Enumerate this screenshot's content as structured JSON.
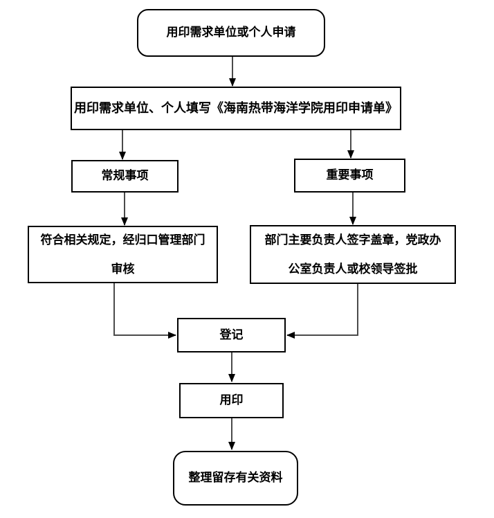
{
  "diagram": {
    "type": "flowchart",
    "nodes": {
      "start": {
        "shape": "rounded-rectangle",
        "lines": [
          "用印需求单位或个人申请"
        ]
      },
      "form": {
        "shape": "rectangle",
        "lines": [
          "用印需求单位、个人填写《海南热带海洋学院用印申请单》"
        ]
      },
      "regular": {
        "shape": "rectangle",
        "lines": [
          "常规事项"
        ]
      },
      "important": {
        "shape": "rectangle",
        "lines": [
          "重要事项"
        ]
      },
      "review": {
        "shape": "rectangle",
        "lines": [
          "符合相关规定，经归口管理部门",
          "审核"
        ]
      },
      "sign": {
        "shape": "rectangle",
        "lines": [
          "部门主要负责人签字盖章，党政办",
          "公室负责人或校领导签批"
        ]
      },
      "register": {
        "shape": "rectangle",
        "lines": [
          "登记"
        ]
      },
      "seal": {
        "shape": "rectangle",
        "lines": [
          "用印"
        ]
      },
      "archive": {
        "shape": "rounded-rectangle",
        "lines": [
          "整理留存有关资料"
        ]
      }
    },
    "edges": [
      {
        "from": "start",
        "to": "form"
      },
      {
        "from": "form",
        "to": "regular"
      },
      {
        "from": "form",
        "to": "important"
      },
      {
        "from": "regular",
        "to": "review"
      },
      {
        "from": "important",
        "to": "sign"
      },
      {
        "from": "review",
        "to": "register"
      },
      {
        "from": "sign",
        "to": "register"
      },
      {
        "from": "register",
        "to": "seal"
      },
      {
        "from": "seal",
        "to": "archive"
      }
    ]
  },
  "colors": {
    "background": "#ffffff",
    "box_border": "#000000",
    "box_fill": "#ffffff",
    "text": "#000000",
    "connector": "#4a4a4a",
    "arrowhead": "#000000"
  }
}
